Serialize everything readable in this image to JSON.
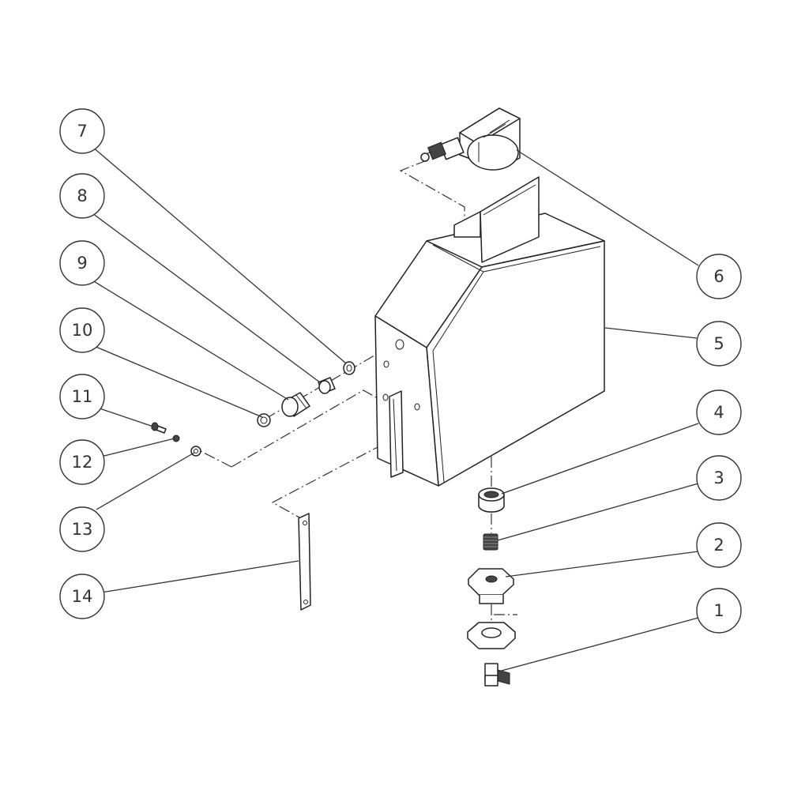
{
  "diagram": {
    "callouts": [
      {
        "id": "1",
        "label": "1"
      },
      {
        "id": "2",
        "label": "2"
      },
      {
        "id": "3",
        "label": "3"
      },
      {
        "id": "4",
        "label": "4"
      },
      {
        "id": "5",
        "label": "5"
      },
      {
        "id": "6",
        "label": "6"
      },
      {
        "id": "7",
        "label": "7"
      },
      {
        "id": "8",
        "label": "8"
      },
      {
        "id": "9",
        "label": "9"
      },
      {
        "id": "10",
        "label": "10"
      },
      {
        "id": "11",
        "label": "11"
      },
      {
        "id": "12",
        "label": "12"
      },
      {
        "id": "13",
        "label": "13"
      },
      {
        "id": "14",
        "label": "14"
      }
    ],
    "colors": {
      "line": "#333333",
      "background": "#ffffff",
      "shade": "#444444"
    }
  }
}
